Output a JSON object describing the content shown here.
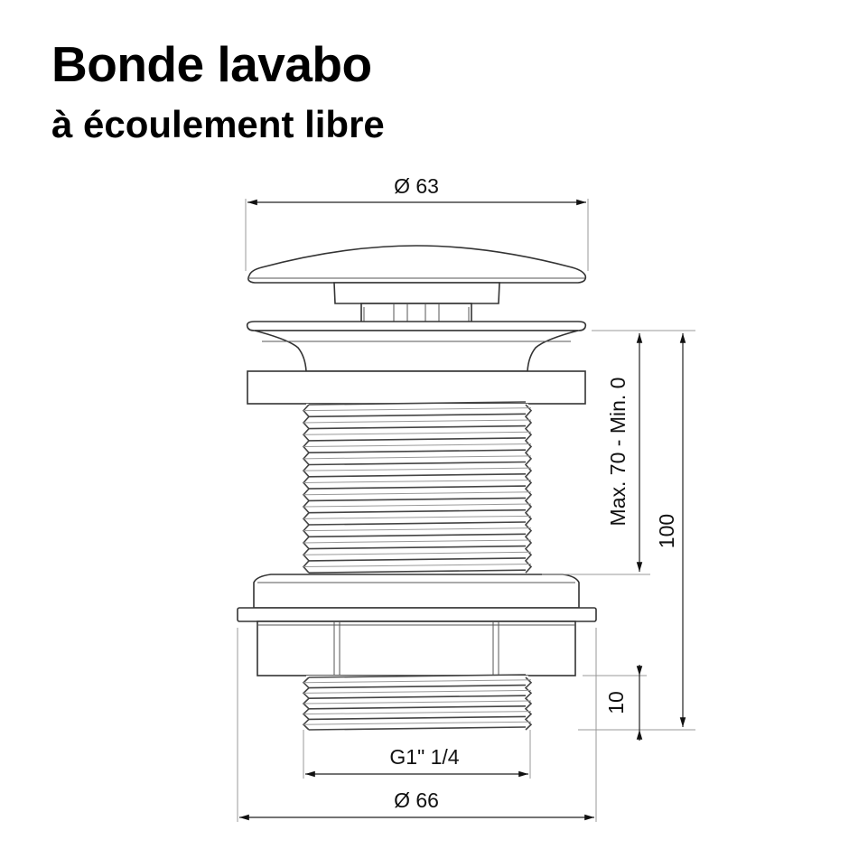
{
  "title": {
    "main": "Bonde lavabo",
    "sub": "à écoulement libre"
  },
  "dimensions": {
    "cap_diameter": "Ø 63",
    "clamping_range": "Max. 70 - Min. 0",
    "total_height": "100",
    "bottom_thread_length": "10",
    "thread_size": "G1\" 1/4",
    "flange_diameter": "Ø 66"
  },
  "colors": {
    "stroke": "#333333",
    "background": "#ffffff",
    "text": "#000000"
  }
}
